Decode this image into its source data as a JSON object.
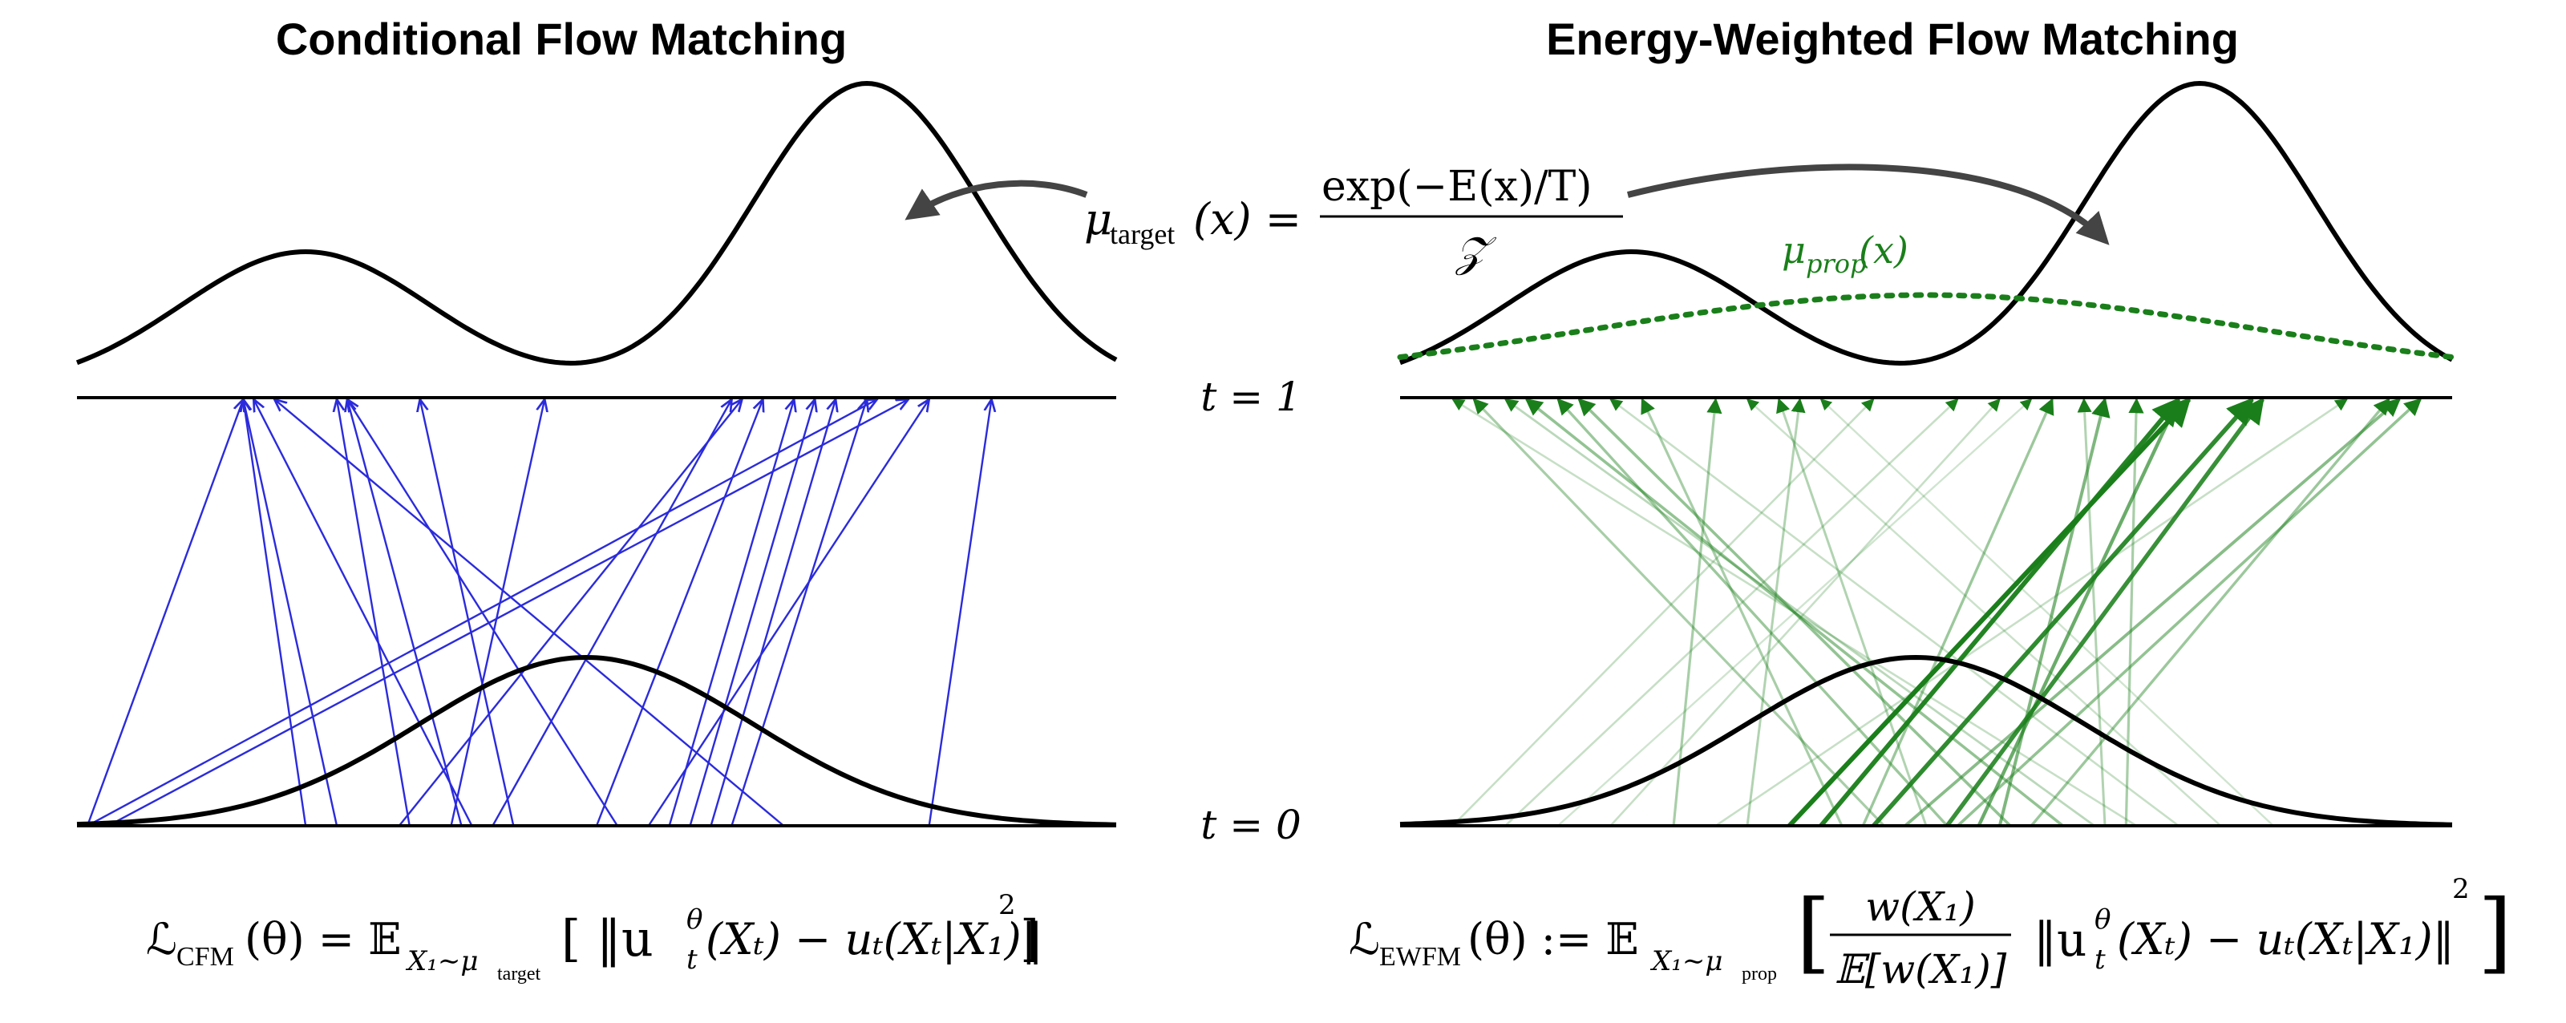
{
  "titles": {
    "left": "Conditional Flow Matching",
    "right": "Energy-Weighted Flow Matching"
  },
  "time_labels": {
    "t1": "t = 1",
    "t0": "t = 0"
  },
  "target_equation": {
    "lhs_symbol": "μ",
    "lhs_subscript": "target",
    "lhs_arg": "(x) =",
    "numerator": "exp(−E(x)/T)",
    "denominator": "𝒵"
  },
  "proposal_label": {
    "symbol": "μ",
    "subscript": "prop",
    "arg": "(x)"
  },
  "loss_left": {
    "lhs": "ℒ",
    "lhs_sub": "CFM",
    "lhs_arg": "(θ) = 𝔼",
    "expect_sub": "X₁∼μ",
    "expect_subsub": "target",
    "body": "[ ‖u",
    "body_sup": "θ",
    "body_sub": "t",
    "body_rest": "(Xₜ) − uₜ(Xₜ|X₁)‖",
    "power": "2",
    "close": "]"
  },
  "loss_right": {
    "lhs": "ℒ",
    "lhs_sub": "EWFM",
    "lhs_arg": "(θ) := 𝔼",
    "expect_sub": "X₁∼μ",
    "expect_subsub": "prop",
    "frac_num": "w(X₁)",
    "frac_den": "𝔼[w(X₁)]",
    "body": "‖u",
    "body_sup": "θ",
    "body_sub": "t",
    "body_rest": "(Xₜ) − uₜ(Xₜ|X₁)‖",
    "power": "2",
    "close": "]"
  },
  "colors": {
    "cfm_arrow": "#2b2bdc",
    "ewfm_arrow": "#1a7f1a",
    "curve": "#000000",
    "callout_arrow": "#444444"
  },
  "cfm_arrows": [
    {
      "from": 0.01,
      "to": 0.16
    },
    {
      "from": 0.22,
      "to": 0.16
    },
    {
      "from": 0.25,
      "to": 0.16
    },
    {
      "from": 0.38,
      "to": 0.17
    },
    {
      "from": 0.37,
      "to": 0.26
    },
    {
      "from": 0.32,
      "to": 0.25
    },
    {
      "from": 0.52,
      "to": 0.26
    },
    {
      "from": 0.42,
      "to": 0.33
    },
    {
      "from": 0.36,
      "to": 0.45
    },
    {
      "from": 0.4,
      "to": 0.63
    },
    {
      "from": 0.31,
      "to": 0.64
    },
    {
      "from": 0.5,
      "to": 0.66
    },
    {
      "from": 0.57,
      "to": 0.69
    },
    {
      "from": 0.59,
      "to": 0.71
    },
    {
      "from": 0.61,
      "to": 0.73
    },
    {
      "from": 0.63,
      "to": 0.76
    },
    {
      "from": 0.01,
      "to": 0.77
    },
    {
      "from": 0.03,
      "to": 0.8
    },
    {
      "from": 0.55,
      "to": 0.82
    },
    {
      "from": 0.82,
      "to": 0.88
    },
    {
      "from": 0.68,
      "to": 0.19
    }
  ],
  "ewfm_arrows": [
    {
      "from": 0.37,
      "to": 0.75,
      "w": 1.0
    },
    {
      "from": 0.4,
      "to": 0.74,
      "w": 0.95
    },
    {
      "from": 0.45,
      "to": 0.81,
      "w": 0.9
    },
    {
      "from": 0.52,
      "to": 0.82,
      "w": 0.85
    },
    {
      "from": 0.55,
      "to": 0.74,
      "w": 0.6
    },
    {
      "from": 0.57,
      "to": 0.67,
      "w": 0.5
    },
    {
      "from": 0.48,
      "to": 0.95,
      "w": 0.45
    },
    {
      "from": 0.53,
      "to": 0.97,
      "w": 0.4
    },
    {
      "from": 0.6,
      "to": 0.94,
      "w": 0.35
    },
    {
      "from": 0.44,
      "to": 0.62,
      "w": 0.35
    },
    {
      "from": 0.63,
      "to": 0.12,
      "w": 0.4
    },
    {
      "from": 0.58,
      "to": 0.17,
      "w": 0.4
    },
    {
      "from": 0.52,
      "to": 0.15,
      "w": 0.35
    },
    {
      "from": 0.46,
      "to": 0.07,
      "w": 0.3
    },
    {
      "from": 0.42,
      "to": 0.23,
      "w": 0.3
    },
    {
      "from": 0.5,
      "to": 0.36,
      "w": 0.25
    },
    {
      "from": 0.26,
      "to": 0.3,
      "w": 0.3
    },
    {
      "from": 0.33,
      "to": 0.38,
      "w": 0.25
    },
    {
      "from": 0.66,
      "to": 0.1,
      "w": 0.2
    },
    {
      "from": 0.7,
      "to": 0.05,
      "w": 0.15
    },
    {
      "from": 0.74,
      "to": 0.2,
      "w": 0.15
    },
    {
      "from": 0.05,
      "to": 0.45,
      "w": 0.15
    },
    {
      "from": 0.1,
      "to": 0.53,
      "w": 0.15
    },
    {
      "from": 0.2,
      "to": 0.57,
      "w": 0.15
    },
    {
      "from": 0.78,
      "to": 0.33,
      "w": 0.12
    },
    {
      "from": 0.83,
      "to": 0.4,
      "w": 0.1
    },
    {
      "from": 0.67,
      "to": 0.65,
      "w": 0.25
    },
    {
      "from": 0.69,
      "to": 0.7,
      "w": 0.3
    },
    {
      "from": 0.3,
      "to": 0.9,
      "w": 0.15
    },
    {
      "from": 0.15,
      "to": 0.6,
      "w": 0.1
    }
  ]
}
